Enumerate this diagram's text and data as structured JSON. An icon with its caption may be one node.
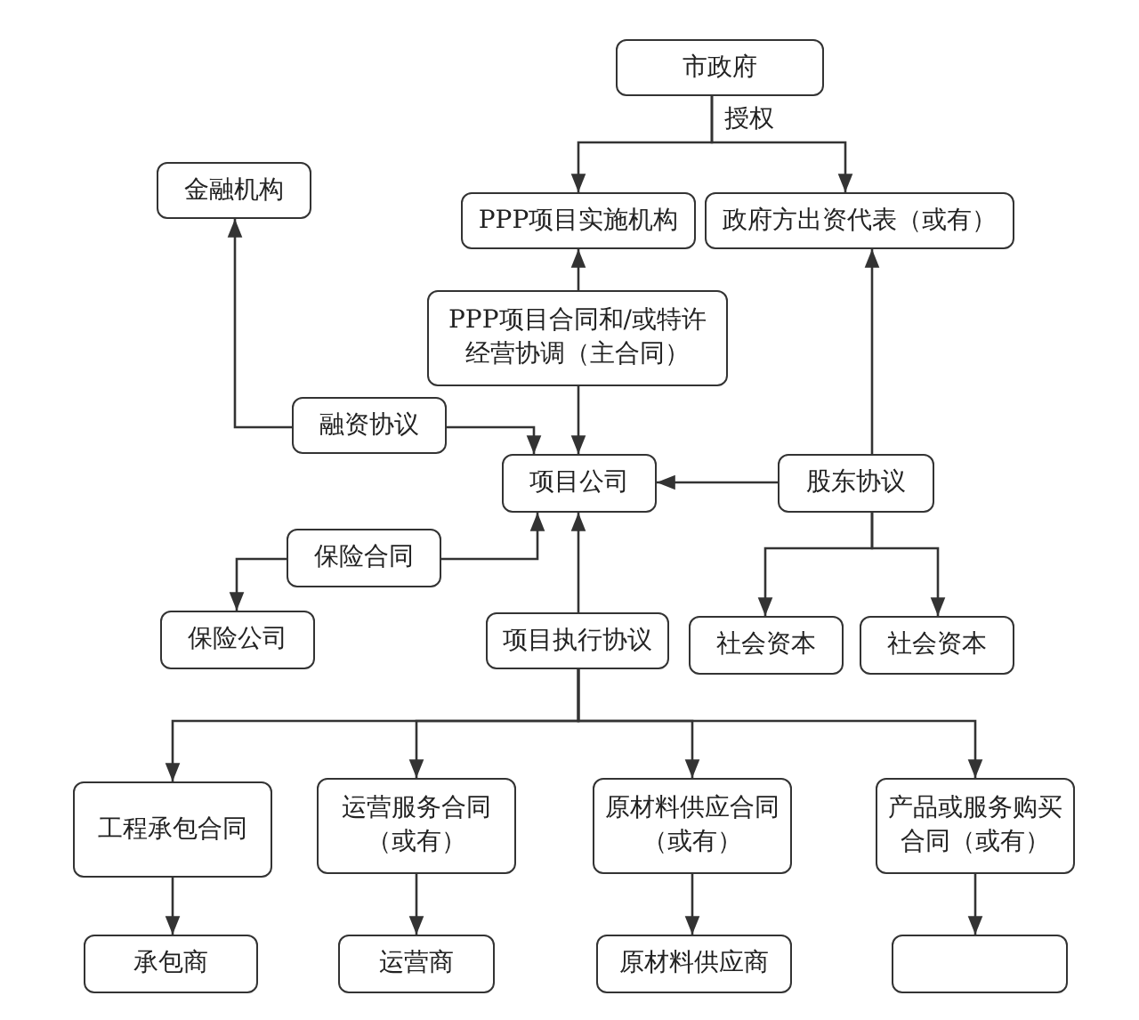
{
  "diagram": {
    "nodes": [
      {
        "text": [
          "市政府"
        ]
      },
      {
        "text": [
          "PPP项目实施机构"
        ]
      },
      {
        "text": [
          "政府方出资代表（或有）"
        ]
      },
      {
        "text": [
          "金融机构"
        ]
      },
      {
        "text": [
          "PPP项目合同和/或特许经营协调（主合同）"
        ]
      },
      {
        "text": [
          "融资协议"
        ]
      },
      {
        "text": [
          "项目公司"
        ]
      },
      {
        "text": [
          "股东协议"
        ]
      },
      {
        "text": [
          "保险合同"
        ]
      },
      {
        "text": [
          "保险公司"
        ]
      },
      {
        "text": [
          "项目执行协议"
        ]
      },
      {
        "text": [
          "社会资本"
        ]
      },
      {
        "text": [
          "社会资本"
        ]
      },
      {
        "text": [
          "工程承包合同"
        ]
      },
      {
        "text": [
          "运营服务合同（或有）"
        ]
      },
      {
        "text": [
          "原材料供应合同（或有）"
        ]
      },
      {
        "text": [
          "产品或服务购买合同（或有）"
        ]
      },
      {
        "text": [
          "承包商"
        ]
      },
      {
        "text": [
          "运营商"
        ]
      },
      {
        "text": [
          "原材料供应商"
        ]
      },
      {
        "text": [],
        "shape": "box"
      }
    ],
    "edges": [
      {
        "from": 0,
        "to": 1,
        "arrow": "to",
        "label": "授权"
      },
      {
        "from": 0,
        "to": 2,
        "arrow": "to"
      },
      {
        "from": 4,
        "to": 1,
        "arrow": "to"
      },
      {
        "from": 5,
        "to": 3,
        "arrow": "to"
      },
      {
        "from": 4,
        "to": 6,
        "arrow": "to"
      },
      {
        "from": 5,
        "to": 6,
        "arrow": "to"
      },
      {
        "from": 7,
        "to": 6,
        "arrow": "to"
      },
      {
        "from": 7,
        "to": 2,
        "arrow": "to"
      },
      {
        "from": 8,
        "to": 6,
        "arrow": "to"
      },
      {
        "from": 8,
        "to": 9,
        "arrow": "to"
      },
      {
        "from": 10,
        "to": 6,
        "arrow": "to"
      },
      {
        "from": 7,
        "to": 11,
        "arrow": "to"
      },
      {
        "from": 7,
        "to": 12,
        "arrow": "to"
      },
      {
        "from": 10,
        "to": 13,
        "arrow": "to"
      },
      {
        "from": 10,
        "to": 14,
        "arrow": "to"
      },
      {
        "from": 10,
        "to": 15,
        "arrow": "to"
      },
      {
        "from": 10,
        "to": 16,
        "arrow": "to"
      },
      {
        "from": 13,
        "to": 17,
        "arrow": "to"
      },
      {
        "from": 14,
        "to": 18,
        "arrow": "to"
      },
      {
        "from": 15,
        "to": 19,
        "arrow": "to"
      },
      {
        "from": 16,
        "to": 20,
        "arrow": "to"
      }
    ]
  }
}
